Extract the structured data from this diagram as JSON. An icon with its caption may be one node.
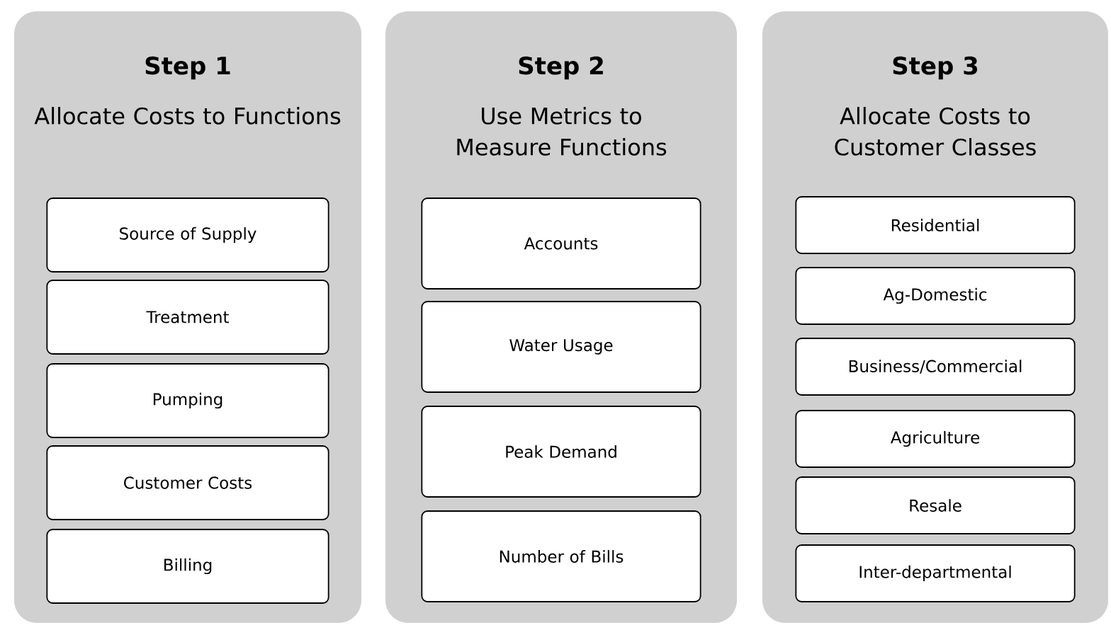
{
  "diagram": {
    "nodes": [
      {
        "text": [
          "Step 1",
          "Allocate Costs to Functions"
        ]
      },
      {
        "text": [
          "Source of Supply"
        ],
        "in": 0
      },
      {
        "text": [
          "Treatment"
        ],
        "in": 0
      },
      {
        "text": [
          "Pumping"
        ],
        "in": 0
      },
      {
        "text": [
          "Customer Costs"
        ],
        "in": 0
      },
      {
        "text": [
          "Billing"
        ],
        "in": 0
      },
      {
        "text": [
          "Step 2",
          "Use Metrics to Measure Functions"
        ]
      },
      {
        "text": [
          "Accounts"
        ],
        "in": 6
      },
      {
        "text": [
          "Water Usage"
        ],
        "in": 6
      },
      {
        "text": [
          "Peak Demand"
        ],
        "in": 6
      },
      {
        "text": [
          "Number of Bills"
        ],
        "in": 6
      },
      {
        "text": [
          "Step 3",
          "Allocate Costs to Customer Classes"
        ]
      },
      {
        "text": [
          "Residential"
        ],
        "in": 11
      },
      {
        "text": [
          "Ag-Domestic"
        ],
        "in": 11
      },
      {
        "text": [
          "Business/Commercial"
        ],
        "in": 11
      },
      {
        "text": [
          "Agriculture"
        ],
        "in": 11
      },
      {
        "text": [
          "Resale"
        ],
        "in": 11
      },
      {
        "text": [
          "Inter-departmental"
        ],
        "in": 11
      }
    ]
  }
}
